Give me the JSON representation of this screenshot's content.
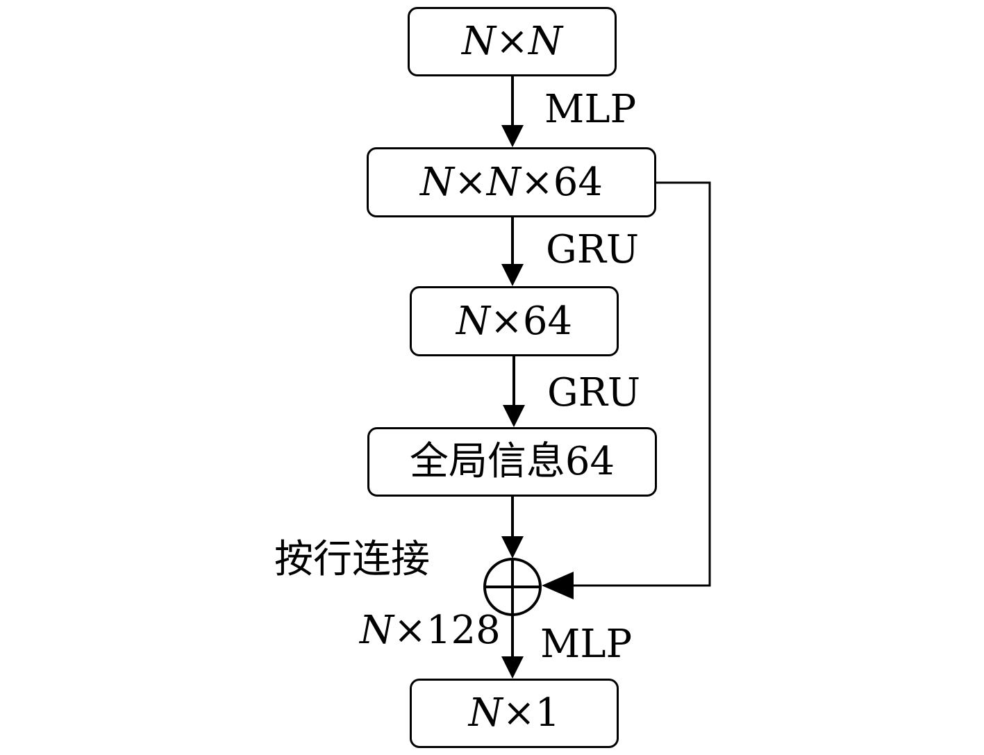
{
  "nodes": {
    "input": {
      "var1": "N",
      "sep1": "×",
      "var2": "N"
    },
    "embed": {
      "var1": "N",
      "sep1": "×",
      "var2": "N",
      "sep2": "×",
      "num": "64"
    },
    "gru_out": {
      "var1": "N",
      "sep1": "×",
      "num": "64"
    },
    "global": {
      "text": "全局信息64"
    },
    "output": {
      "var1": "N",
      "sep1": "×",
      "num": "1"
    }
  },
  "edges": {
    "mlp_1": "MLP",
    "gru_1": "GRU",
    "gru_2": "GRU",
    "mlp_2": "MLP"
  },
  "concat": {
    "label": "按行连接",
    "dim_var": "N",
    "dim_sep": "×",
    "dim_num": "128"
  }
}
